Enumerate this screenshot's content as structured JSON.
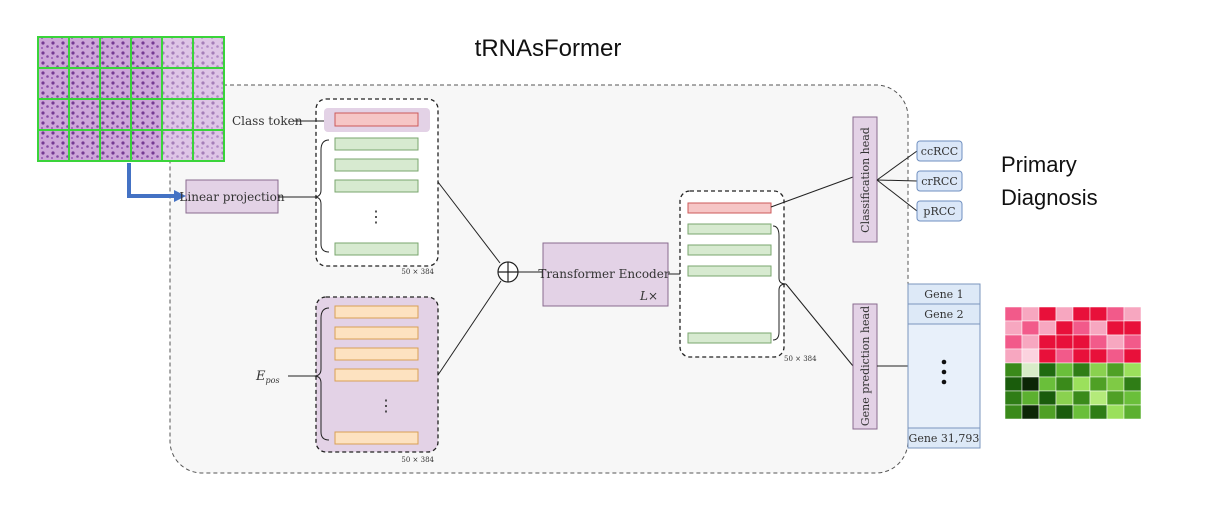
{
  "title": "tRNAsFormer",
  "labels": {
    "class_token": "Class token",
    "linear_projection": "Linear projection",
    "e_pos_main": "E",
    "e_pos_sub": "pos",
    "transformer_encoder": "Transformer Encoder",
    "layers": "L×",
    "dim_tokens": "50 × 384",
    "dim_pos": "50 × 384",
    "dim_output": "50 × 384",
    "classification_head": "Classification head",
    "gene_prediction_head": "Gene prediction head",
    "vertical_dots": "⋮"
  },
  "classes": [
    "ccRCC",
    "crRCC",
    "pRCC"
  ],
  "primary_diagnosis": [
    "Primary",
    "Diagnosis"
  ],
  "genes": {
    "first": "Gene 1",
    "second": "Gene 2",
    "last": "Gene 31,793"
  },
  "colors": {
    "panel_border": "#555555",
    "panel_fill": "#f7f7f7",
    "purple_fill": "#e3d2e6",
    "purple_border": "#8a6b8f",
    "token_red": "#f6c6c6",
    "token_red_border": "#cc5a5a",
    "token_green": "#d7ead0",
    "token_green_border": "#7aa66e",
    "token_orange": "#fde2c0",
    "token_orange_border": "#d9a055",
    "class_box_fill": "#dbe7f8",
    "class_box_border": "#6f8fc0",
    "gene_fill": "#dde9f7",
    "gene_border": "#7a95bd",
    "arrow_blue": "#4472c4",
    "patch_grid": "#3ad43a"
  }
}
